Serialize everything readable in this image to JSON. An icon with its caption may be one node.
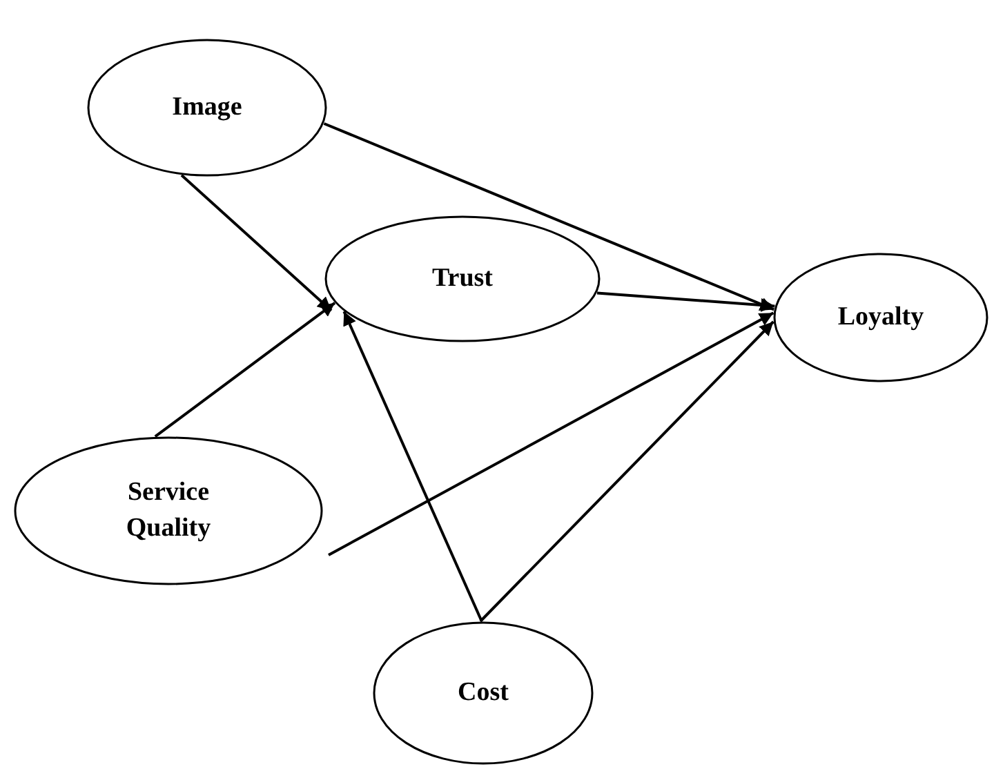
{
  "diagram": {
    "nodes": [
      {
        "text": [
          "Image"
        ]
      },
      {
        "text": [
          "Trust"
        ]
      },
      {
        "text": [
          "Loyalty"
        ]
      },
      {
        "text": [
          "Service Quality"
        ]
      },
      {
        "text": [
          "Cost"
        ]
      }
    ],
    "edges": [
      {
        "from": 0,
        "to": 2,
        "arrow": "to"
      },
      {
        "from": 0,
        "to": 1,
        "arrow": "to"
      },
      {
        "from": 1,
        "to": 2,
        "arrow": "to"
      },
      {
        "from": 3,
        "to": 1,
        "arrow": "to"
      },
      {
        "from": 3,
        "to": 2,
        "arrow": "to"
      },
      {
        "from": 4,
        "to": 1,
        "arrow": "to"
      },
      {
        "from": 4,
        "to": 2,
        "arrow": "to"
      }
    ]
  }
}
